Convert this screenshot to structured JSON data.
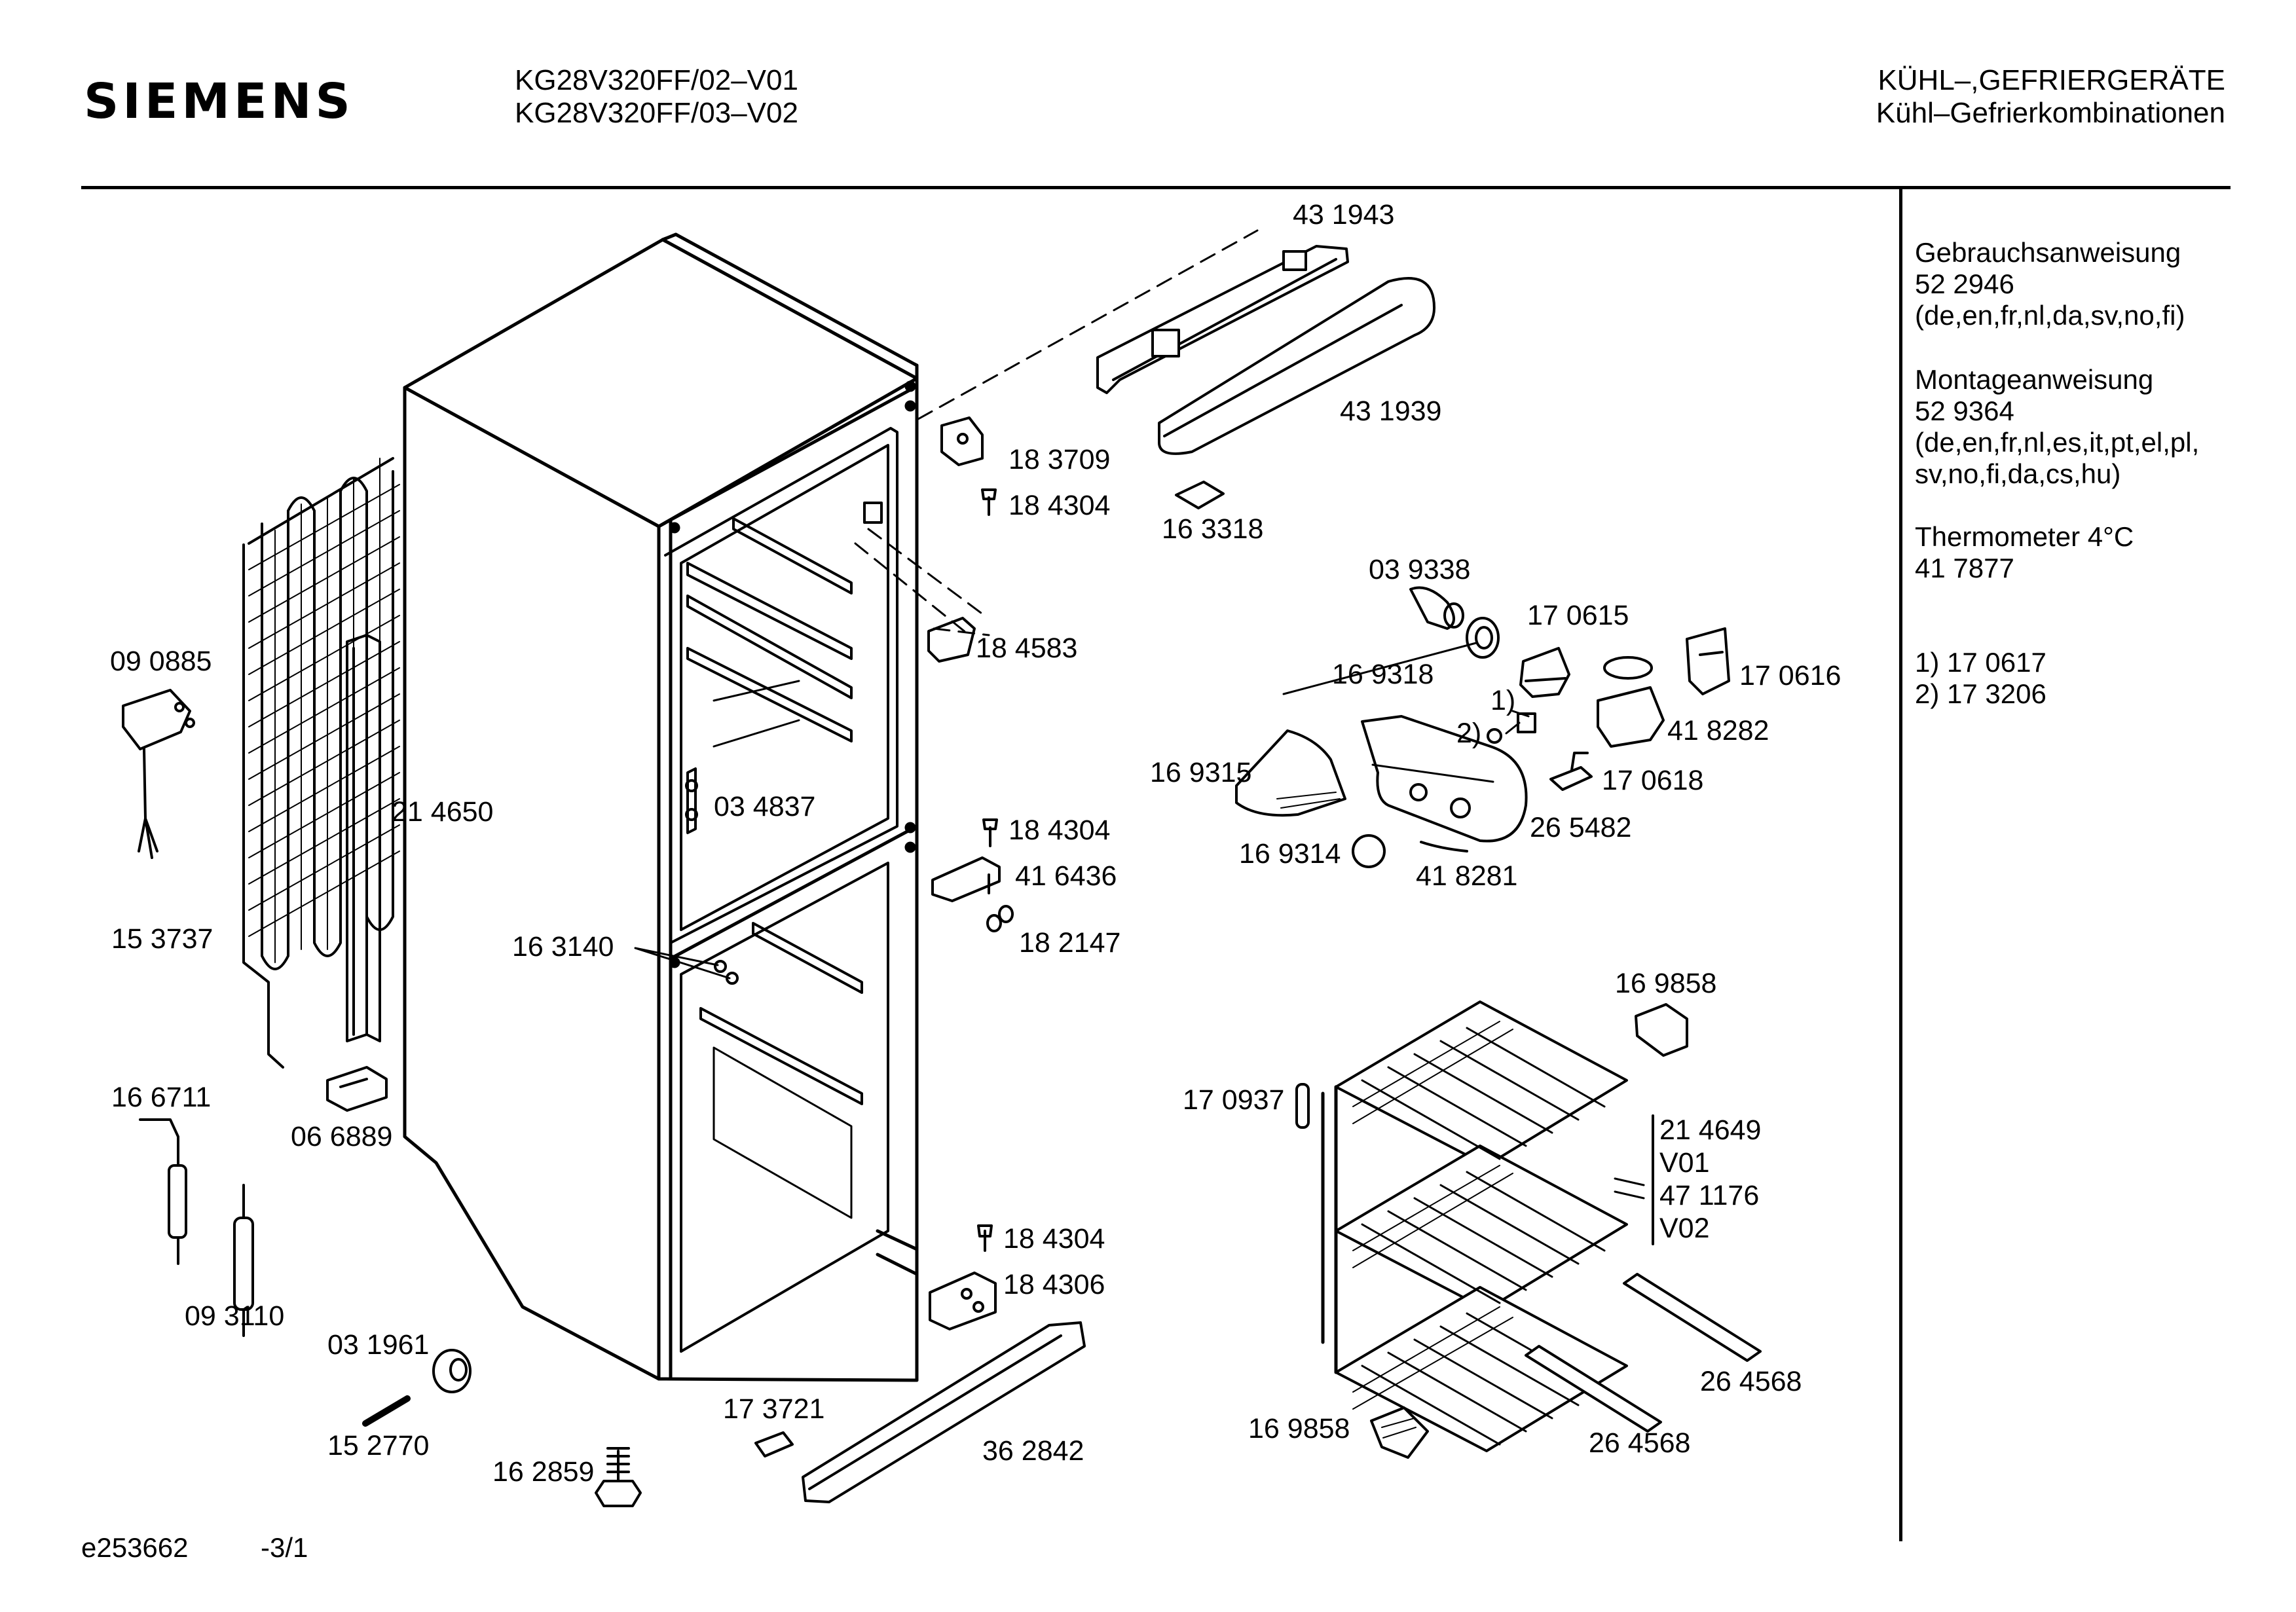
{
  "header": {
    "brand": "SIEMENS",
    "model_line_1": "KG28V320FF/02–V01",
    "model_line_2": "KG28V320FF/03–V02",
    "category_line_1": "KÜHL–,GEFRIERGERÄTE",
    "category_line_2": "Kühl–Gefrierkombinationen"
  },
  "sidebar": {
    "manual_title": "Gebrauchsanweisung",
    "manual_number": "52 2946",
    "manual_languages": "(de,en,fr,nl,da,sv,no,fi)",
    "assembly_title": "Montageanweisung",
    "assembly_number": "52 9364",
    "assembly_languages_1": "(de,en,fr,nl,es,it,pt,el,pl,",
    "assembly_languages_2": "sv,no,fi,da,cs,hu)",
    "thermometer_title": "Thermometer 4°C",
    "thermometer_number": "41 7877",
    "note_1": "1)  17 0617",
    "note_2": "2)  17 3206"
  },
  "footer": {
    "drawing_id": "e253662",
    "sheet": "-3/1"
  },
  "parts": [
    {
      "id": "431943",
      "label": "43 1943"
    },
    {
      "id": "431939",
      "label": "43 1939"
    },
    {
      "id": "183709",
      "label": "18 3709"
    },
    {
      "id": "184304a",
      "label": "18 4304"
    },
    {
      "id": "163318",
      "label": "16 3318"
    },
    {
      "id": "039338",
      "label": "03 9338"
    },
    {
      "id": "170615",
      "label": "17 0615"
    },
    {
      "id": "184583",
      "label": "18 4583"
    },
    {
      "id": "169318",
      "label": "16 9318"
    },
    {
      "id": "170616",
      "label": "17 0616"
    },
    {
      "id": "note1",
      "label": "1)"
    },
    {
      "id": "note2",
      "label": "2)"
    },
    {
      "id": "418282",
      "label": "41 8282"
    },
    {
      "id": "090885",
      "label": "09 0885"
    },
    {
      "id": "169315",
      "label": "16 9315"
    },
    {
      "id": "170618",
      "label": "17 0618"
    },
    {
      "id": "034837",
      "label": "03 4837"
    },
    {
      "id": "214650",
      "label": "21 4650"
    },
    {
      "id": "265482",
      "label": "26 5482"
    },
    {
      "id": "184304b",
      "label": "18 4304"
    },
    {
      "id": "169314",
      "label": "16 9314"
    },
    {
      "id": "416436",
      "label": "41 6436"
    },
    {
      "id": "418281",
      "label": "41 8281"
    },
    {
      "id": "153737",
      "label": "15 3737"
    },
    {
      "id": "182147",
      "label": "18 2147"
    },
    {
      "id": "163140",
      "label": "16 3140"
    },
    {
      "id": "169858a",
      "label": "16 9858"
    },
    {
      "id": "166711",
      "label": "16 6711"
    },
    {
      "id": "170937",
      "label": "17 0937"
    },
    {
      "id": "066889",
      "label": "06 6889"
    },
    {
      "id": "214649",
      "label": "21 4649"
    },
    {
      "id": "v01",
      "label": "V01"
    },
    {
      "id": "471176",
      "label": "47 1176"
    },
    {
      "id": "v02",
      "label": "V02"
    },
    {
      "id": "184304c",
      "label": "18 4304"
    },
    {
      "id": "184306",
      "label": "18 4306"
    },
    {
      "id": "093110",
      "label": "09 3110"
    },
    {
      "id": "031961",
      "label": "03 1961"
    },
    {
      "id": "264568a",
      "label": "26 4568"
    },
    {
      "id": "173721",
      "label": "17 3721"
    },
    {
      "id": "152770",
      "label": "15 2770"
    },
    {
      "id": "362842",
      "label": "36 2842"
    },
    {
      "id": "169858b",
      "label": "16 9858"
    },
    {
      "id": "264568b",
      "label": "26 4568"
    },
    {
      "id": "162859",
      "label": "16 2859"
    }
  ]
}
